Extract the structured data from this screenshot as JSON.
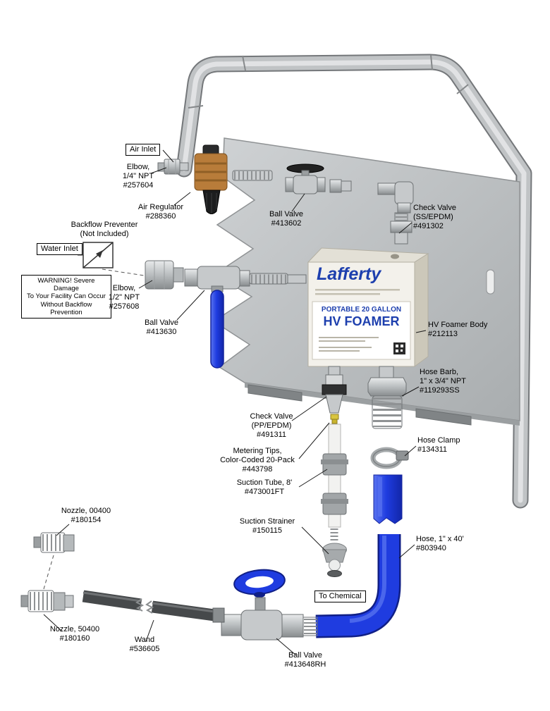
{
  "diagram": {
    "product_box": {
      "brand": "Lafferty",
      "label_line1": "PORTABLE 20 GALLON",
      "label_line2": "HV FOAMER"
    },
    "callouts": {
      "air_inlet": {
        "text": "Air Inlet"
      },
      "elbow_air": {
        "text": "Elbow,\n1/4\" NPT\n#257604"
      },
      "air_regulator": {
        "text": "Air Regulator\n#288360"
      },
      "ball_valve_air": {
        "text": "Ball Valve\n#413602"
      },
      "check_valve_ss": {
        "text": "Check Valve\n(SS/EPDM)\n#491302"
      },
      "backflow_preventer": {
        "text": "Backflow Preventer\n(Not Included)"
      },
      "water_inlet": {
        "text": "Water Inlet"
      },
      "warning": {
        "text": "WARNING! Severe Damage\nTo Your Facility Can Occur\nWithout Backflow Prevention"
      },
      "elbow_water": {
        "text": "Elbow,\n1/2\" NPT\n#257608"
      },
      "ball_valve_water": {
        "text": "Ball Valve\n#413630"
      },
      "foamer_body": {
        "text": "HV Foamer Body\n#212113"
      },
      "hose_barb": {
        "text": "Hose Barb,\n1\" x 3/4\" NPT\n#119293SS"
      },
      "check_valve_pp": {
        "text": "Check Valve\n(PP/EPDM)\n#491311"
      },
      "hose_clamp": {
        "text": "Hose Clamp\n#134311"
      },
      "metering_tips": {
        "text": "Metering Tips,\nColor-Coded 20-Pack\n#443798"
      },
      "suction_tube": {
        "text": "Suction Tube, 8'\n#473001FT"
      },
      "suction_strainer": {
        "text": "Suction Strainer\n#150115"
      },
      "hose": {
        "text": "Hose, 1\" x 40'\n#803940"
      },
      "nozzle_00400": {
        "text": "Nozzle, 00400\n#180154"
      },
      "to_chemical": {
        "text": "To Chemical"
      },
      "nozzle_50400": {
        "text": "Nozzle, 50400\n#180160"
      },
      "wand": {
        "text": "Wand\n#536605"
      },
      "ball_valve_rh": {
        "text": "Ball Valve\n#413648RH"
      }
    },
    "colors": {
      "accent_blue": "#1f3ce0",
      "brand_blue": "#1d3fae",
      "brass": "#b87c3a",
      "steel_gray": "#c3c6c8"
    }
  }
}
